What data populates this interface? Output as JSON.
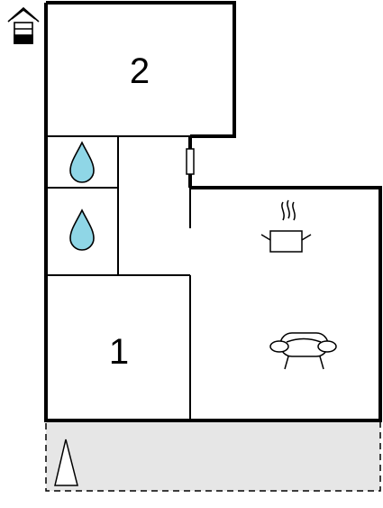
{
  "floor_plan": {
    "rooms": [
      {
        "id": "room-2",
        "label": "2"
      },
      {
        "id": "room-1",
        "label": "1"
      }
    ],
    "icons": [
      "floor-level-icon",
      "water-drop-icon",
      "water-drop-icon",
      "cooking-pot-icon",
      "sofa-icon",
      "compass-arrow-icon"
    ],
    "colors": {
      "wall": "#000000",
      "water": "#8fd6e6",
      "terrace": "#e6e6e6"
    }
  }
}
